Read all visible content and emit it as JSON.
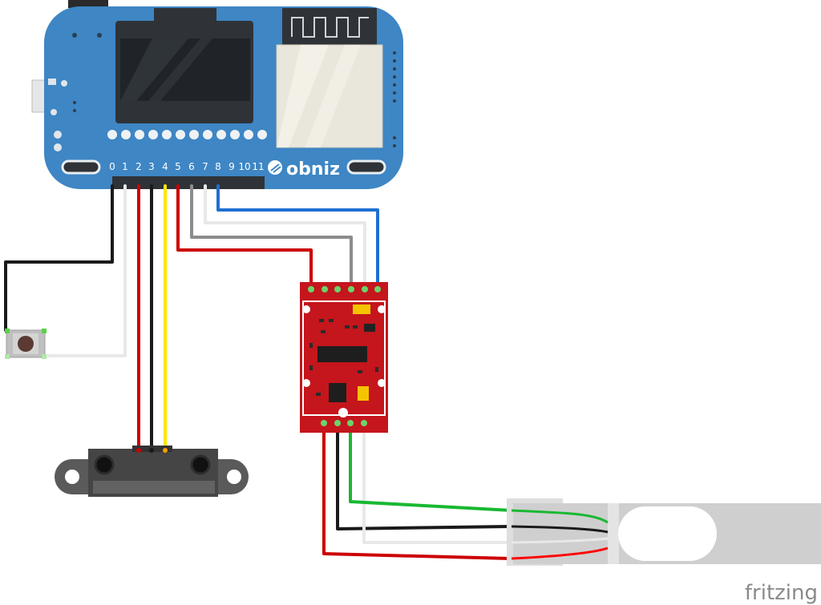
{
  "board": {
    "brand": "obniz",
    "pin_labels": [
      "0",
      "1",
      "2",
      "3",
      "4",
      "5",
      "6",
      "7",
      "8",
      "9",
      "10",
      "11"
    ]
  },
  "footer": {
    "credit": "fritzing"
  },
  "colors": {
    "board_blue": "#3e86c4",
    "hx711_red": "#c4161c",
    "wire_black": "#1a1a1a",
    "wire_red": "#cc0000",
    "wire_yellow": "#ffe600",
    "wire_white": "#e8e8e8",
    "wire_gray": "#8c8c8c",
    "wire_blue": "#1f6fd1",
    "wire_green": "#19b832",
    "load_cell": "#cfcfcf"
  },
  "components": [
    "obniz-board",
    "push-button",
    "distance-sensor",
    "hx711-amplifier",
    "load-cell"
  ]
}
